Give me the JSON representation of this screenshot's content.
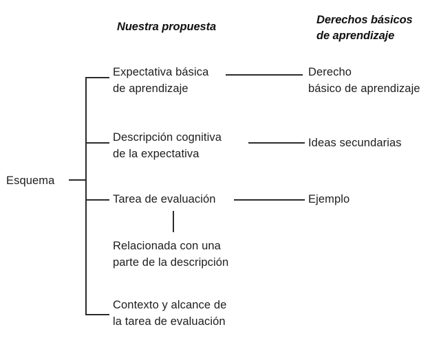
{
  "diagram": {
    "type": "tree-bracket-diagram",
    "language": "es",
    "root": {
      "label": "Esquema"
    },
    "columns": {
      "left_header": "",
      "middle_header": "Nuestra propuesta",
      "right_header": "Derechos básicos\nde aprendizaje"
    },
    "branches": [
      {
        "id": "branch-1",
        "proposal": "Expectativa básica\nde aprendizaje",
        "counterpart": "Derecho\nbásico de aprendizaje",
        "connector": true
      },
      {
        "id": "branch-2",
        "proposal": "Descripción cognitiva\nde la expectativa",
        "counterpart": "Ideas secundarias",
        "connector": true
      },
      {
        "id": "branch-3",
        "proposal": "Tarea de evaluación",
        "counterpart": "Ejemplo",
        "connector": true,
        "sub_node": "Relacionada con una\nparte de la descripción"
      },
      {
        "id": "branch-4",
        "proposal": "Contexto y alcance de\nla tarea de evaluación",
        "counterpart": "",
        "connector": false
      }
    ],
    "colors": {
      "line": "#2a2a2a",
      "text": "#1d1d1d",
      "header_text": "#111111",
      "background": "#ffffff"
    }
  }
}
